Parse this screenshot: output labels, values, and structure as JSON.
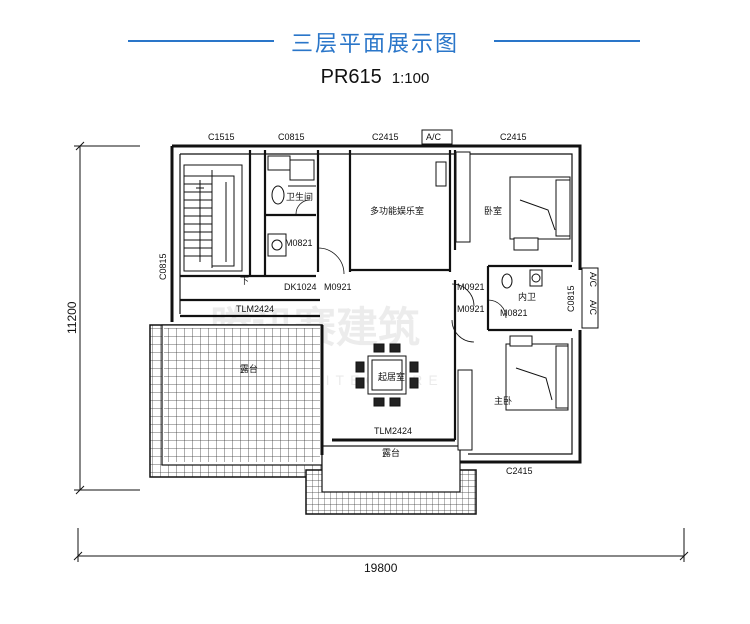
{
  "header": {
    "title": "三层平面展示图",
    "code": "PR615",
    "scale": "1:100"
  },
  "plan": {
    "windows": {
      "c1515": "C1515",
      "c0815_top": "C0815",
      "c2415_top_mid": "C2415",
      "c2415_top_right": "C2415",
      "c2415_bottom": "C2415",
      "c0815_left": "C0815",
      "c0815_right": "C0815"
    },
    "doors": {
      "m0821_bath": "M0821",
      "dk1024": "DK1024",
      "m0921_a": "M0921",
      "m0921_b": "M0921",
      "m0921_c": "M0921",
      "m0821_ensuite": "M0821",
      "tlm2424_left": "TLM2424",
      "tlm2424_bottom": "TLM2424"
    },
    "rooms": {
      "bath": "卫生间",
      "multi": "多功能娱乐室",
      "bedroom": "卧室",
      "ensuite": "内卫",
      "living": "起居室",
      "master": "主卧",
      "terrace_left": "露台",
      "terrace_bottom": "露台",
      "stair_down": "下"
    },
    "ac_tags": [
      "A/C",
      "A/C",
      "A/C"
    ],
    "dimensions": {
      "height": "11200",
      "width": "19800"
    },
    "watermark": "腾讯赛建筑",
    "watermark_sub": "ARCHITECTURE"
  }
}
